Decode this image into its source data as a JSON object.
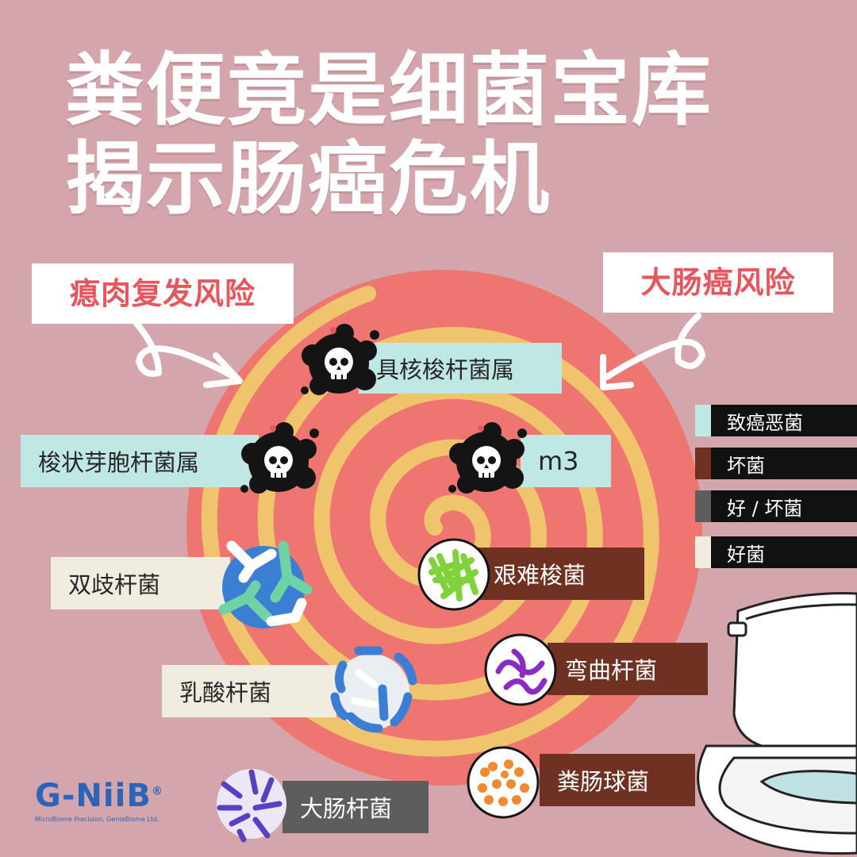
{
  "title": {
    "line1": "粪便竟是细菌宝库",
    "line2": "揭示肠癌危机"
  },
  "risk_labels": {
    "left": "瘜肉复发风险",
    "right": "大肠癌风险"
  },
  "bacteria": {
    "fusobacterium": "具核梭杆菌属",
    "clostridium": "梭状芽胞杆菌属",
    "m3": "m3",
    "bifidobacterium": "双歧杆菌",
    "c_difficile": "艰难梭菌",
    "lactobacillus": "乳酸杆菌",
    "campylobacter": "弯曲杆菌",
    "e_coli": "大肠杆菌",
    "enterococcus": "粪肠球菌"
  },
  "legend": [
    {
      "label": "致癌恶菌",
      "color": "#bfe7e4"
    },
    {
      "label": "坏菌",
      "color": "#6f3121"
    },
    {
      "label": "好 / 坏菌",
      "color": "#5d5d5d"
    },
    {
      "label": "好菌",
      "color": "#f1ece0"
    }
  ],
  "logo": {
    "mark": "G-NiiB",
    "registered": "®",
    "tagline": "MicroBiome Precision, GenieBiome Ltd."
  },
  "colors": {
    "background": "#d4a6ab",
    "spiral_red": "#ef7570",
    "spiral_yellow": "#f0c36d",
    "accent_red": "#e8555c"
  }
}
